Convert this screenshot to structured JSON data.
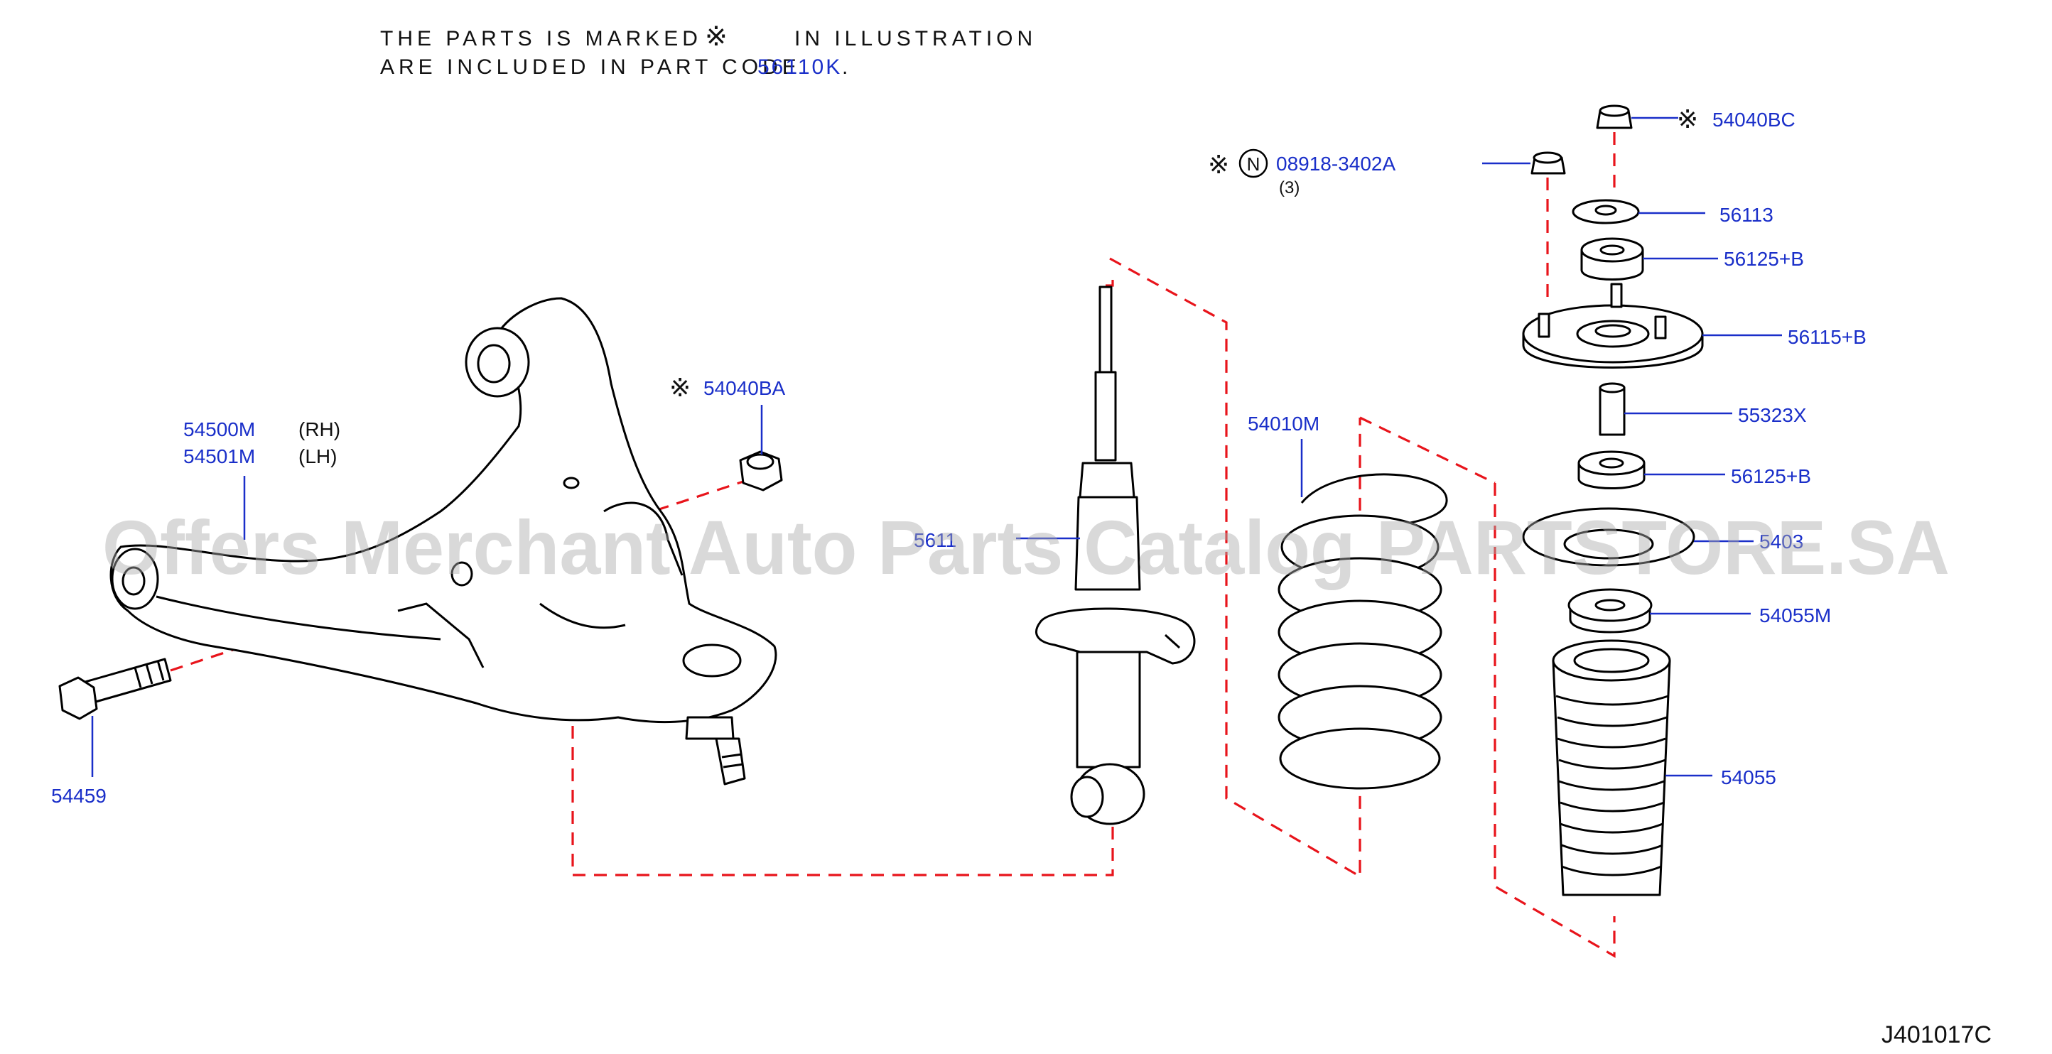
{
  "header": {
    "line1_a": "THE PARTS IS MARKED",
    "mark": "※",
    "line1_b": "IN ILLUSTRATION",
    "line2_a": "ARE INCLUDED IN PART CODE",
    "line2_code": "56110K",
    "line2_end": "."
  },
  "parts": {
    "p54040BC": "54040BC",
    "p08918": "08918-3402A",
    "p08918_qty": "(3)",
    "p08918_circle": "N",
    "p56113": "56113",
    "p56125B_top": "56125+B",
    "p56115B": "56115+B",
    "p55323X": "55323X",
    "p56125B_bottom": "56125+B",
    "p5403x": "5403",
    "p54055M": "54055M",
    "p54055": "54055",
    "p54010M": "54010M",
    "p5611x": "5611",
    "p54040BA": "54040BA",
    "p54500M": "54500M",
    "p54500M_side": "(RH)",
    "p54501M": "54501M",
    "p54501M_side": "(LH)",
    "p54459": "54459"
  },
  "mark_symbol": "※",
  "watermark": "Offers Merchant Auto Parts Catalog PARTSTORE.SA",
  "diagram_code": "J401017C",
  "colors": {
    "part_number": "#1a2fc9",
    "assembly_line": "#e8141b",
    "outline": "#000000"
  }
}
